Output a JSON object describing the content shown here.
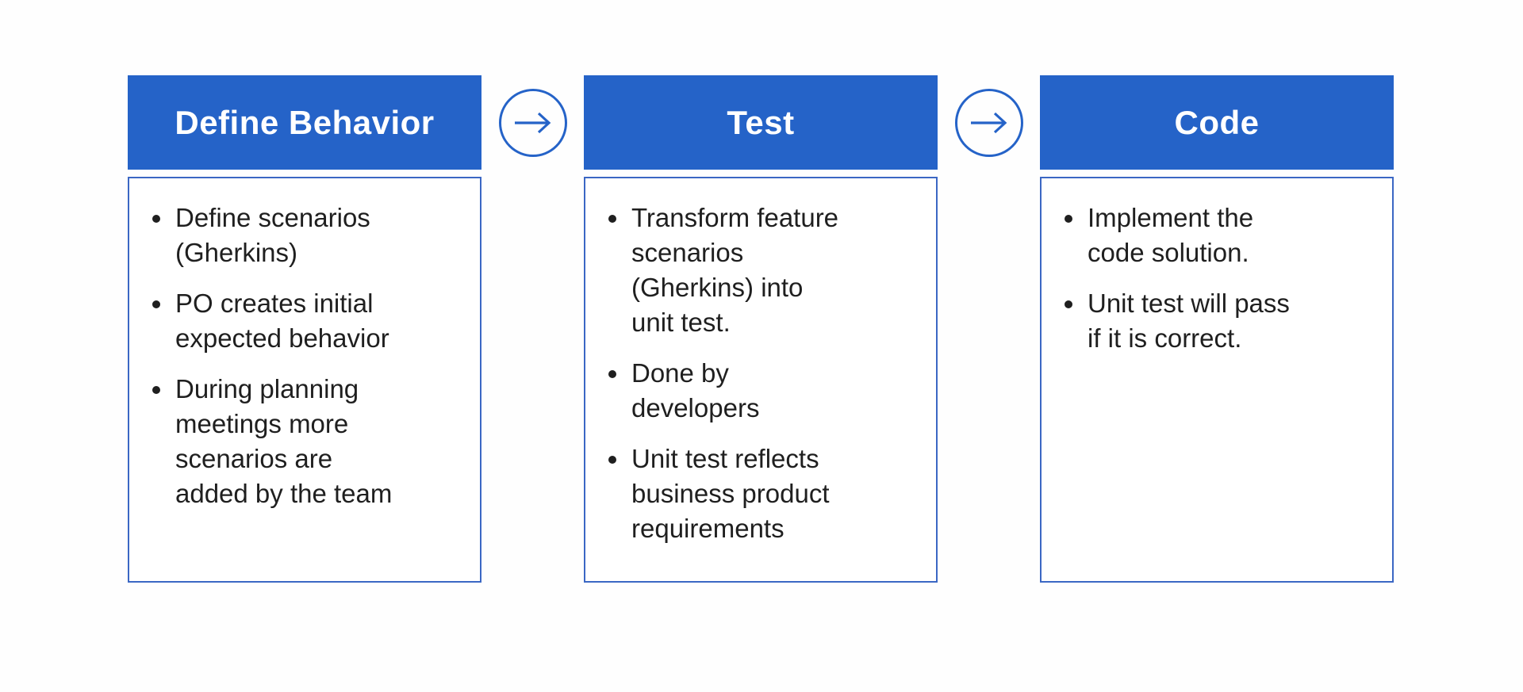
{
  "colors": {
    "accent": "#2563c8",
    "body_border": "#3b67c4",
    "header_text": "#ffffff",
    "body_text": "#1f1f1f",
    "background": "#fefefe"
  },
  "diagram": {
    "type": "process-flow",
    "direction": "left-to-right"
  },
  "columns": [
    {
      "title": "Define Behavior",
      "bullets": [
        "Define scenarios\n(Gherkins)",
        "PO creates initial\nexpected behavior",
        "During planning\nmeetings more\nscenarios are\nadded by the team"
      ]
    },
    {
      "title": "Test",
      "bullets": [
        "Transform feature\nscenarios\n(Gherkins) into\nunit test.",
        "Done by\ndevelopers",
        "Unit test reflects\nbusiness product\nrequirements"
      ]
    },
    {
      "title": "Code",
      "bullets": [
        "Implement the\ncode solution.",
        "Unit test will pass\nif it is correct."
      ]
    }
  ],
  "connectors": [
    {
      "icon": "right-arrow-icon"
    },
    {
      "icon": "right-arrow-icon"
    }
  ]
}
